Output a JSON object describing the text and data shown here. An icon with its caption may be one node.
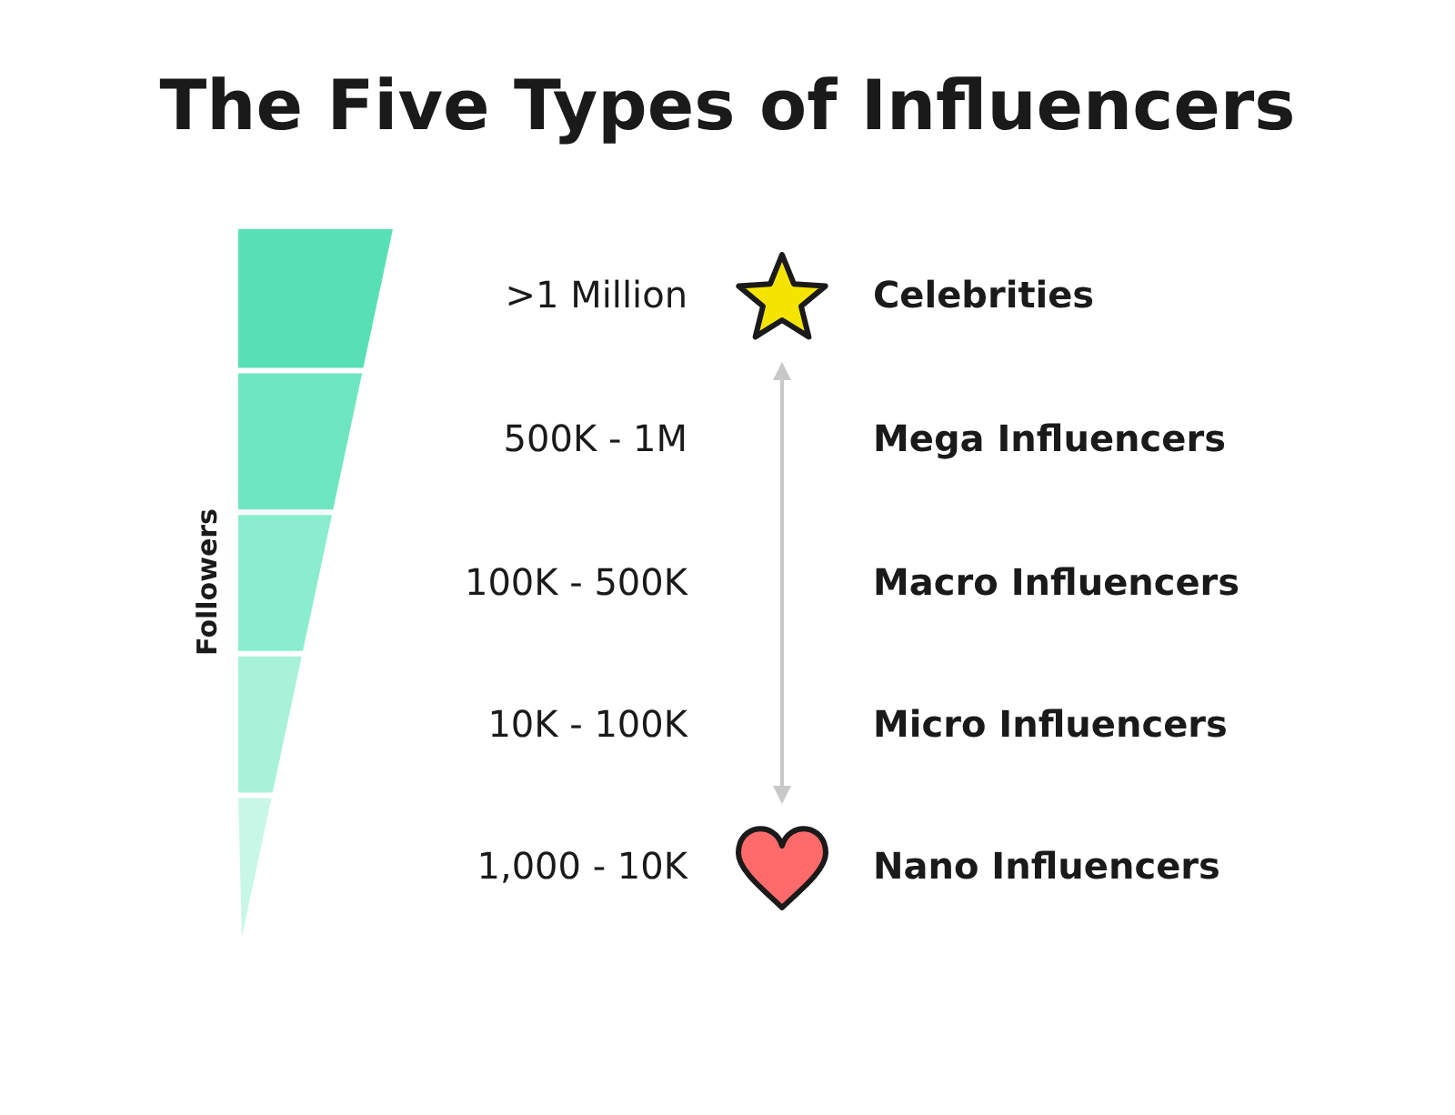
{
  "diagram": {
    "title": "The Five Types of Influencers",
    "nodes": [
      {
        "text": [],
        "shape": "star"
      },
      {
        "text": [],
        "shape": "heart"
      }
    ],
    "edges": [
      {
        "from": 0,
        "to": 1,
        "arrow": "both",
        "color": "#c8c8c8"
      }
    ],
    "labels": [
      ">1 Million",
      "Celebrities",
      "500K - 1M",
      "Mega Influencers",
      "100K - 500K",
      "Macro Influencers",
      "10K - 100K",
      "Micro Influencers",
      "1,000 - 10K",
      "Nano Influencers",
      "Followers"
    ]
  }
}
